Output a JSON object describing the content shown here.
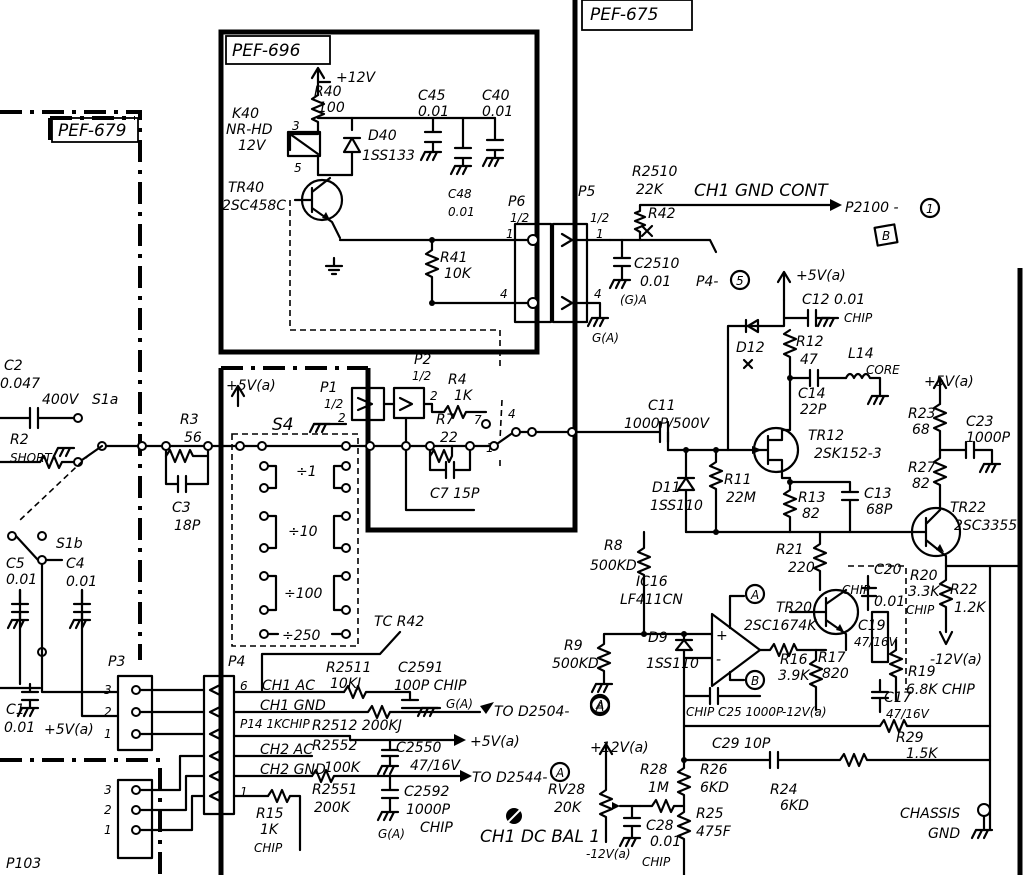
{
  "boards": {
    "pef675": "PEF-675",
    "pef696": "PEF-696",
    "pef679": "PEF-679"
  },
  "labels": {
    "v12_top": "+12V",
    "r40": "R40",
    "r40_val": "100",
    "k40": "K40",
    "k40_type": "NR-HD",
    "k40_v": "12V",
    "pin3": "3",
    "pin5": "5",
    "d40": "D40",
    "d40_val": "1SS133",
    "c45": "C45",
    "c45_val": "0.01",
    "c40": "C40",
    "c40_val": "0.01",
    "c48": "C48",
    "c48_val": "0.01",
    "tr40": "TR40",
    "tr40_val": "2SC458C",
    "r41": "R41",
    "r41_val": "10K",
    "p6": "P6",
    "p6_pins": "1/2",
    "p5": "P5",
    "p5_pins": "1/2",
    "pin1a": "1",
    "pin1b": "1",
    "pin4a": "4",
    "pin4b": "4",
    "r2510": "R2510",
    "r2510_val": "22K",
    "r42": "R42",
    "ch1_gnd_cont": "CH1 GND CONT",
    "p2100": "P2100 -",
    "p2100_num": "1",
    "ref_b": "B",
    "c2510": "C2510",
    "c2510_val": "0.01",
    "ga1": "(G)A",
    "ga2": "G(A)",
    "p4_5": "P4-",
    "p4_5_num": "5",
    "v5a_1": "+5V(a)",
    "c12": "C12 0.01",
    "c12_chip": "CHIP",
    "d12": "D12",
    "r12": "R12",
    "r12_val": "47",
    "l14": "L14",
    "l14_core": "CORE",
    "c14": "C14",
    "c14_val": "22P",
    "v5a_2": "+5V(a)",
    "r23": "R23",
    "r23_val": "68",
    "c23": "C23",
    "c23_val": "1000P",
    "r27": "R27",
    "r27_val": "82",
    "tr22": "TR22",
    "tr22_val": "2SC3355",
    "tr12": "TR12",
    "tr12_val": "2SK152-3",
    "c11": "C11",
    "c11_val": "1000P/500V",
    "d11": "D11",
    "d11_val": "1SS110",
    "r11": "R11",
    "r11_val": "22M",
    "r13": "R13",
    "r13_val": "82",
    "c13": "C13",
    "c13_val": "68P",
    "r21": "R21",
    "r21_val": "220",
    "c20": "C20",
    "c20_chip": "CHIP",
    "c20_val": "0.01",
    "r20": "R20",
    "r20_val": "3.3K",
    "r20_chip": "CHIP",
    "r22": "R22",
    "r22_val": "1.2K",
    "v12_neg": "-12V(a)",
    "c19": "C19",
    "c19_val": "47/16V",
    "r19": "R19",
    "r19_val": "6.8K CHIP",
    "c17": "C17",
    "c17_val": "47/16V",
    "r29": "R29",
    "r29_val": "1.5K",
    "r8": "R8",
    "r8_val": "500KD",
    "ic16": "IC16",
    "ic16_val": "LF411CN",
    "tr20": "TR20",
    "tr20_val": "2SC1674K",
    "ref_a1": "A",
    "ref_a2": "A",
    "ref_a3": "A",
    "ref_b2": "B",
    "r16": "R16",
    "r16_val": "3.9K",
    "r17": "R17",
    "r17_val": "820",
    "d9": "D9",
    "d9_val": "1SS110",
    "r9": "R9",
    "r9_val": "500KD",
    "c25": "CHIP C25 1000P",
    "v12_c25": "-12V(a)",
    "c29": "C29 10P",
    "r26": "R26",
    "r26_val": "6KD",
    "r24": "R24",
    "r24_val": "6KD",
    "r25": "R25",
    "r25_val": "475F",
    "r28": "R28",
    "r28_val": "1M",
    "rv28": "RV28",
    "rv28_val": "20K",
    "v12_pos": "+12V(a)",
    "c28": "C28",
    "c28_val": "0.01",
    "c28_chip": "CHIP",
    "v12_rv": "-12V(a)",
    "ch1_dc_bal": "CH1 DC BAL 1",
    "chassis": "CHASSIS",
    "chassis_gnd": "GND",
    "c2": "C2",
    "c2_val": "0.047",
    "c2_v": "400V",
    "s1a": "S1a",
    "r2": "R2",
    "r2_val": "SHORT",
    "r3": "R3",
    "r3_val": "56",
    "c3": "C3",
    "c3_val": "18P",
    "v5a_3": "+5V(a)",
    "p1": "P1",
    "p1_pins": "1/2",
    "p2": "P2",
    "p2_pins": "1/2",
    "r4": "R4",
    "r4_val": "1K",
    "s4": "S4",
    "div1": "÷1",
    "div10": "÷10",
    "div100": "÷100",
    "div250": "÷250",
    "r7": "R7",
    "r7_val": "22",
    "c7": "C7 15P",
    "sw_n1": "1",
    "sw_n2": "2",
    "sw_n4": "4",
    "sw_n7": "7",
    "s1b": "S1b",
    "c5": "C5",
    "c5_val": "0.01",
    "c4": "C4",
    "c4_val": "0.01",
    "c1": "C1",
    "c1_val": "0.01",
    "p3": "P3",
    "p3_pin3": "3",
    "p3_pin2": "2",
    "p3_pin1": "1",
    "v5a_4": "+5V(a)",
    "p4": "P4",
    "tc_r42": "TC R42",
    "p4_pin6": "6",
    "p4_pin1": "1",
    "ch1ac": "CH1 AC",
    "ch1gnd": "CH1 GND",
    "p14": "P14 1KCHIP",
    "ch2ac": "CH2 AC",
    "ch2gnd": "CH2 GND",
    "r2511": "R2511",
    "r2511_val": "10KJ",
    "c2591": "C2591",
    "c2591_val": "100P CHIP",
    "ga3": "G(A)",
    "to_d2504": "TO D2504-",
    "r2512": "R2512 200KJ",
    "r2552": "R2552",
    "c2550": "C2550",
    "c2550_val": "47/16V",
    "v5a_5": "+5V(a)",
    "r2551": "R2551",
    "r2551_val": "200K",
    "v100k": "100K",
    "to_d2544": "TO D2544-",
    "c2592": "C2592",
    "c2592_val": "1000P",
    "c2592_chip": "CHIP",
    "ga4": "G(A)",
    "r15": "R15",
    "r15_val": "1K",
    "r15_chip": "CHIP",
    "p103": "P103",
    "pp_pin3": "3",
    "pp_pin2": "2",
    "pp_pin1": "1"
  }
}
